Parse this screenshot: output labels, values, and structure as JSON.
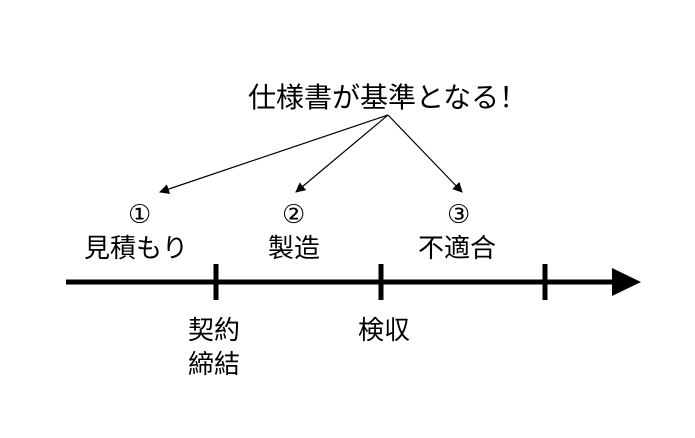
{
  "title": "仕様書が基準となる！",
  "phases": [
    {
      "number": "①",
      "label": "見積もり"
    },
    {
      "number": "②",
      "label": "製造"
    },
    {
      "number": "③",
      "label": "不適合"
    }
  ],
  "milestones": [
    {
      "lines": [
        "契約",
        "締結"
      ]
    },
    {
      "lines": [
        "検収"
      ]
    }
  ],
  "colors": {
    "line": "#000000",
    "text": "#000000",
    "background": "#ffffff"
  }
}
